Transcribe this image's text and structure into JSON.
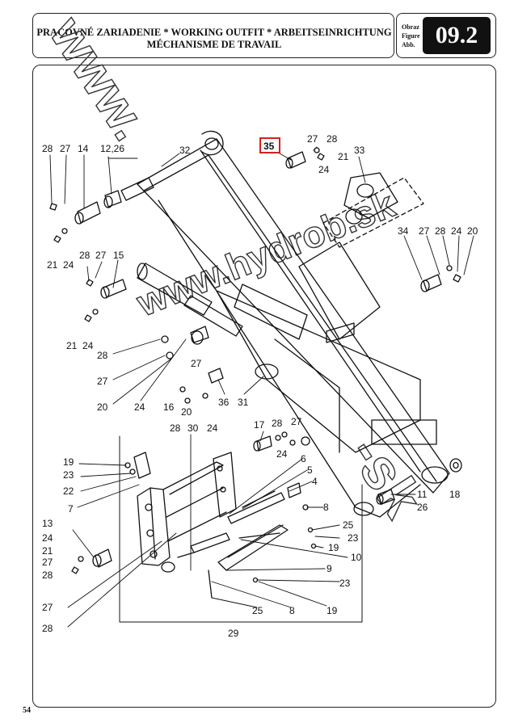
{
  "header": {
    "title_line1": "PRACOVNÉ ZARIADENIE * WORKING OUTFIT * ARBEITSEINRICHTUNG",
    "title_line2": "MÉCHANISME DE TRAVAIL",
    "figure_label_1": "Obraz",
    "figure_label_2": "Figure",
    "figure_label_3": "Abb.",
    "figure_number": "09.2"
  },
  "page_number": "54",
  "watermarks": {
    "diagonal_url": "www.hydrob.sk",
    "bottom": "-sk"
  },
  "highlight": {
    "color": "#d62020",
    "part_number": "35"
  },
  "part_labels": {
    "p28a": "28",
    "p27a": "27",
    "p14": "14",
    "p1226": "12,26",
    "p32": "32",
    "p27b": "27",
    "p28b": "28",
    "p21a": "21",
    "p24a": "24",
    "p33": "33",
    "p21b": "21",
    "p24b": "24",
    "p28c": "28",
    "p27c": "27",
    "p15": "15",
    "p34": "34",
    "p27d": "27",
    "p28d": "28",
    "p24c": "24",
    "p20a": "20",
    "p21c": "21",
    "p24d": "24",
    "p28e": "28",
    "p27e": "27",
    "p20b": "20",
    "p24e": "24",
    "p16": "16",
    "p27f": "27",
    "p20c": "20",
    "p36": "36",
    "p31": "31",
    "p28f": "28",
    "p30": "30",
    "p24f": "24",
    "p17": "17",
    "p28g": "28",
    "p27g": "27",
    "p24g": "24",
    "p6": "6",
    "p19a": "19",
    "p23a": "23",
    "p22": "22",
    "p7": "7",
    "p5": "5",
    "p4": "4",
    "p11": "11",
    "p26": "26",
    "p18": "18",
    "p8a": "8",
    "p13": "13",
    "p24h": "24",
    "p21d": "21",
    "p27h": "27",
    "p28h": "28",
    "p25a": "25",
    "p23b": "23",
    "p19b": "19",
    "p10": "10",
    "p9": "9",
    "p23c": "23",
    "p27i": "27",
    "p28i": "28",
    "p25b": "25",
    "p8b": "8",
    "p19c": "19",
    "p29": "29"
  }
}
